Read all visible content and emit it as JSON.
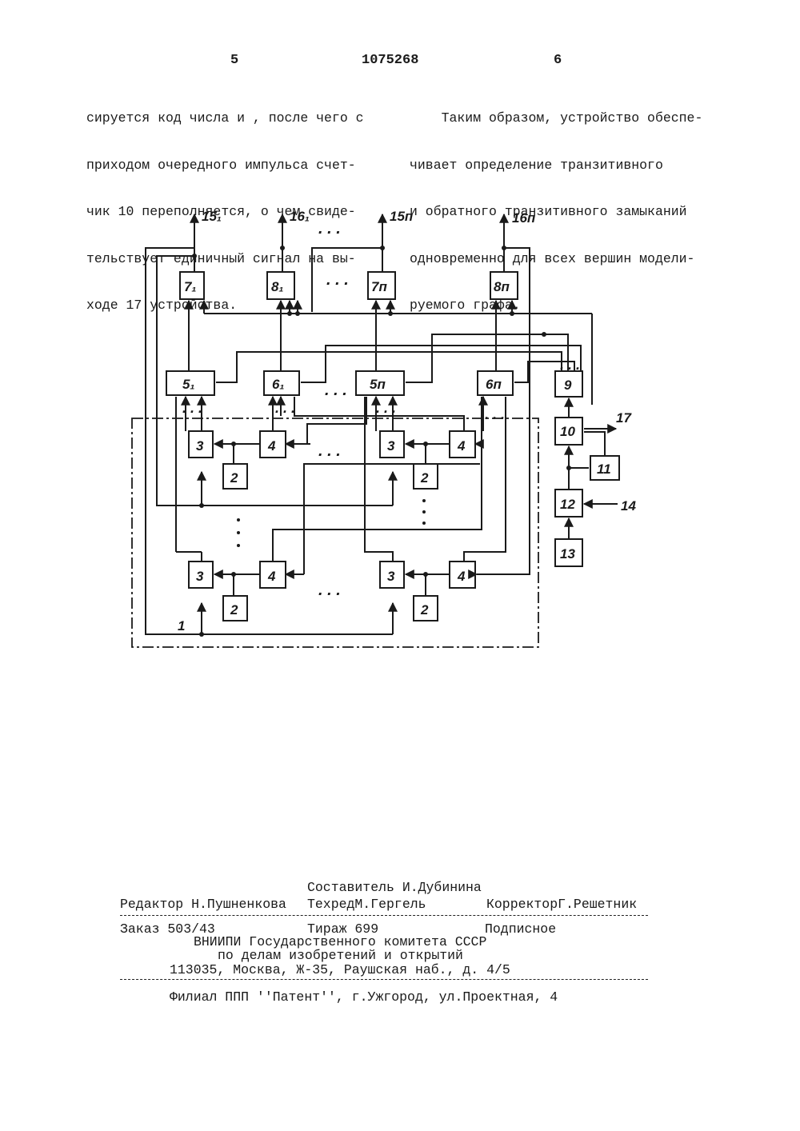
{
  "header": {
    "left_col": "5",
    "patent_no": "1075268",
    "right_col": "6"
  },
  "text_left": [
    "сируется код числа и , после чего с",
    "приходом очередного импульса счет-",
    "чик 10 переполняется, о чем свиде-",
    "тельствует единичный сигнал на вы-",
    "ходе 17 устройства."
  ],
  "text_right": [
    "    Таким образом, устройство обеспе-",
    "чивает определение транзитивного",
    "и обратного транзитивного замыканий",
    "одновременно для всех вершин модели-",
    "руемого графа."
  ],
  "diagram": {
    "out_labels": [
      "15₁",
      "16₁",
      "15п",
      "16п",
      "17",
      "14"
    ],
    "block_labels": [
      "7₁",
      "8₁",
      "7п",
      "8п",
      "5₁",
      "6₁",
      "5п",
      "6п",
      "9",
      "10",
      "11",
      "12",
      "13",
      "3",
      "4",
      "2",
      "1"
    ],
    "dots": ". . ."
  },
  "footer": {
    "compiler": "Составитель И.Дубинина",
    "editor": "Редактор Н.Пушненкова",
    "techred": "ТехредМ.Гергель",
    "corrector": "КорректорГ.Решетник",
    "order": "Заказ 503/43",
    "circulation": "Тираж 699",
    "subscription": "Подписное",
    "org1": "ВНИИПИ Государственного комитета СССР",
    "org2": "по делам изобретений и открытий",
    "address": "113035, Москва, Ж-35, Раушская наб., д. 4/5",
    "branch": "Филиал ППП ''Патент'', г.Ужгород, ул.Проектная, 4"
  }
}
